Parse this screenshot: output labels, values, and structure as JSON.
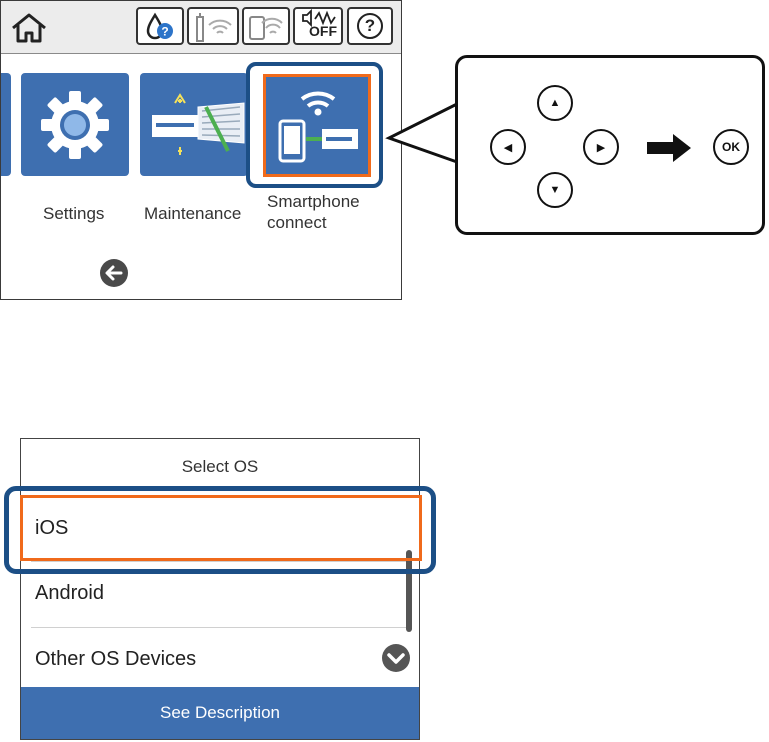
{
  "panel1": {
    "tiles": [
      {
        "label": "Settings",
        "icon": "gear-icon"
      },
      {
        "label": "Maintenance",
        "icon": "maintenance-icon"
      },
      {
        "label_line1": "Smartphone",
        "label_line2": "connect",
        "icon": "smartphone-connect-icon",
        "selected": true
      }
    ],
    "status_icons": [
      "ink-icon",
      "wifi-signal-icon",
      "wifi-direct-icon",
      "quiet-mode-off-icon",
      "help-icon"
    ],
    "quiet_mode_text": "OFF",
    "help_text": "?"
  },
  "callout": {
    "up_glyph": "▲",
    "down_glyph": "▼",
    "left_glyph": "◀",
    "right_glyph": "▶",
    "ok_label": "OK"
  },
  "panel2": {
    "title": "Select OS",
    "options": [
      {
        "label": "iOS",
        "selected": true
      },
      {
        "label": "Android"
      },
      {
        "label": "Other OS Devices"
      }
    ],
    "footer_button": "See Description"
  },
  "colors": {
    "tile_blue": "#3e6fb0",
    "focus_ring": "#1c4f86",
    "selection_orange": "#f06a1b"
  }
}
